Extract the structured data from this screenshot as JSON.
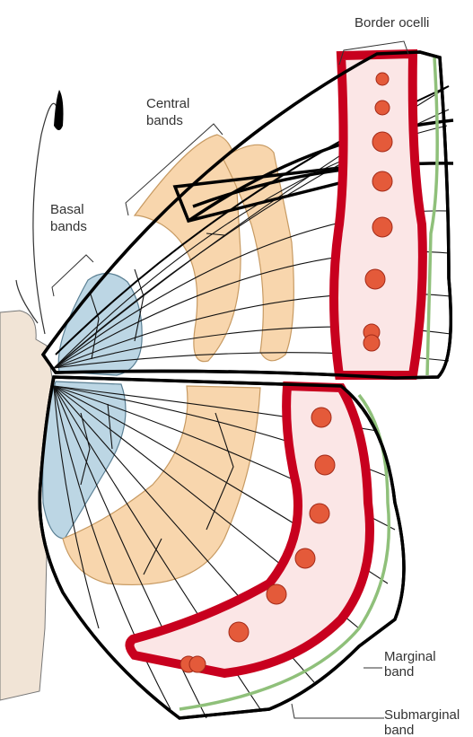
{
  "labels": {
    "border_ocelli": "Border ocelli",
    "central_line1": "Central",
    "central_line2": "bands",
    "basal_line1": "Basal",
    "basal_line2": "bands",
    "marginal_line1": "Marginal",
    "marginal_line2": "band",
    "submarginal_line1": "Submarginal",
    "submarginal_line2": "band"
  },
  "colors": {
    "outline": "#000000",
    "body": "#f1e4d6",
    "basal_band": "#bcd6e4",
    "central_band": "#f8d6ad",
    "ocelli_band": "#c8001e",
    "ocelli_fill": "#fbe6e6",
    "ocellus": "#e45a3a",
    "submarginal_band": "#8fc07a"
  }
}
